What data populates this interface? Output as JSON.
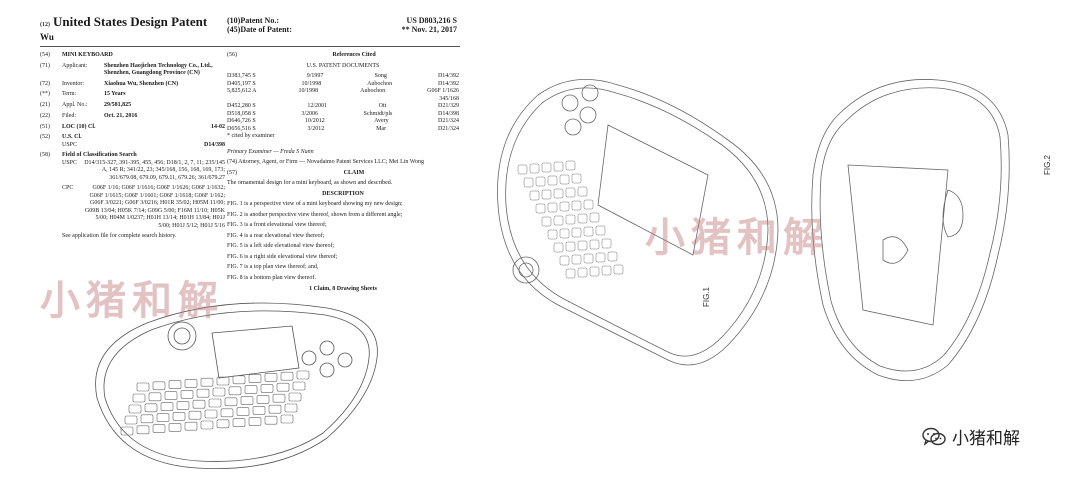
{
  "patent": {
    "code_country": "(12)",
    "title": "United States Design Patent",
    "inventor_short": "Wu",
    "code_patent_no": "(10)",
    "patent_no_label": "Patent No.:",
    "patent_no": "US D803,216 S",
    "code_date": "(45)",
    "date_label": "Date of Patent:",
    "date_marker": "**",
    "date": "Nov. 21, 2017"
  },
  "left_col": {
    "f54": {
      "code": "(54)",
      "value": "MINI KEYBOARD"
    },
    "f71": {
      "code": "(71)",
      "key": "Applicant:",
      "value": "Shenzhen Haojichen Technology Co., Ltd., Shenzhen, Guangdong Province (CN)"
    },
    "f72": {
      "code": "(72)",
      "key": "Inventor:",
      "value": "Xiaohua Wu, Shenzhen (CN)"
    },
    "f_term": {
      "code": "(**)",
      "key": "Term:",
      "value": "15 Years"
    },
    "f21": {
      "code": "(21)",
      "key": "Appl. No.:",
      "value": "29/581,825"
    },
    "f22": {
      "code": "(22)",
      "key": "Filed:",
      "value": "Oct. 21, 2016"
    },
    "f51": {
      "code": "(51)",
      "key": "LOC (10) Cl.",
      "value": "14-02"
    },
    "f52": {
      "code": "(52)",
      "key": "U.S. Cl.",
      "value": ""
    },
    "uspc": {
      "key": "USPC",
      "value": "D14/398"
    },
    "f58": {
      "code": "(58)",
      "value": "Field of Classification Search"
    },
    "uspc2": {
      "key": "USPC",
      "value": "D14/315-327, 391-395, 455, 456; D18/1, 2, 7, 11; 235/145 A, 145 R; 341/22, 23; 345/168, 156, 168, 169, 173; 361/679.08, 679.09, 679.11, 679.26; 361/679.27"
    },
    "cpc": {
      "key": "CPC",
      "value": "G06F 1/16; G06F 1/1616; G06F 1/1626; G06F 1/1632; G06F 1/1615; G06F 1/1601; G06F 1/1618; G06F 1/162; G06F 3/0221; G06F 3/0216; H01R 35/02; H05M 11/00; G09B 13/04; H05K 7/14; G09G 5/00; F16M 11/10; H05K 5/00; H04M 1/0237; H01H 13/14; H01H 13/84; H01J 5/00; H01J 5/12; H01J 5/16"
    },
    "see_app": "See application file for complete search history."
  },
  "right_col": {
    "f56": {
      "code": "(56)",
      "value": "References Cited"
    },
    "us_docs": "U.S. PATENT DOCUMENTS",
    "refs": [
      {
        "no": "D383,745 S",
        "date": "9/1997",
        "name": "Song",
        "cl": "D14/392"
      },
      {
        "no": "D405,197 S",
        "date": "10/1998",
        "name": "Aubochon",
        "cl": "D14/392"
      },
      {
        "no": "5,825,612 A",
        "date": "10/1998",
        "name": "Aubochon",
        "cl": "G06F 1/1626"
      },
      {
        "no": "",
        "date": "",
        "name": "",
        "cl": "345/168"
      },
      {
        "no": "D452,280 S",
        "date": "12/2001",
        "name": "Ott",
        "cl": "D21/329"
      },
      {
        "no": "D518,058 S",
        "date": "3/2006",
        "name": "Schmidt/pls",
        "cl": "D14/398"
      },
      {
        "no": "D646,726 S",
        "date": "10/2012",
        "name": "Avery",
        "cl": "D21/324"
      },
      {
        "no": "D656,516 S",
        "date": "3/2012",
        "name": "Mar",
        "cl": "D21/324"
      }
    ],
    "cited_by": "* cited by examiner",
    "examiner": "Primary Examiner — Freda S Nunn",
    "f74": "(74) Attorney, Agent, or Firm — Novadaimo Patent Services LLC; Mei Lin Wong",
    "f57": {
      "code": "(57)",
      "value": "CLAIM"
    },
    "claim": "The ornamental design for a mini keyboard, as shown and described.",
    "desc_title": "DESCRIPTION",
    "desc": [
      "FIG. 1 is a perspective view of a mini keyboard showing my new design;",
      "FIG. 2 is another perspective view thereof, shown from a different angle;",
      "FIG. 3 is a front elevational view thereof;",
      "FIG. 4 is a rear elevational view thereof;",
      "FIG. 5 is a left side elevational view thereof;",
      "FIG. 6 is a right side elevational view thereof;",
      "FIG. 7 is a top plan view thereof; and,",
      "FIG. 8 is a bottom plan view thereof."
    ],
    "claims_sheets": "1 Claim, 8 Drawing Sheets"
  },
  "figures": {
    "fig1": "FIG.1",
    "fig2": "FIG.2"
  },
  "watermark": {
    "text": "小猪和解"
  },
  "brand": {
    "label": "小猪和解",
    "icon": "wechat-icon"
  }
}
